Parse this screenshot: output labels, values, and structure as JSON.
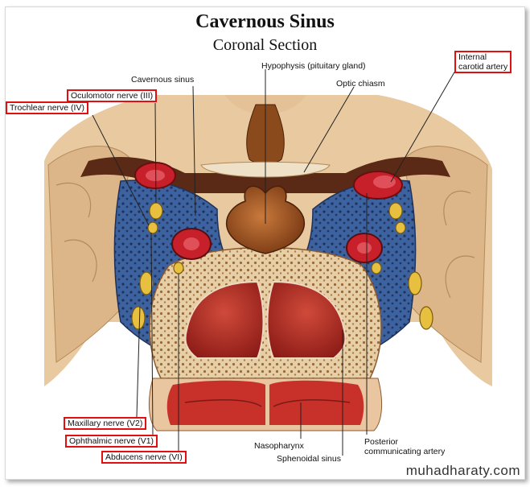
{
  "title": "Cavernous Sinus",
  "subtitle": "Coronal Section",
  "labels": {
    "cavernous_sinus": "Cavernous sinus",
    "hypophysis": "Hypophysis (pituitary gland)",
    "optic_chiasm": "Optic chiasm",
    "internal_carotid_line1": "Internal",
    "internal_carotid_line2": "carotid artery",
    "oculomotor": "Oculomotor nerve (III)",
    "trochlear": "Trochlear nerve (IV)",
    "maxillary": "Maxillary nerve (V2)",
    "ophthalmic": "Ophthalmic nerve (V1)",
    "abducens": "Abducens nerve (VI)",
    "nasopharynx": "Nasopharynx",
    "sphenoidal_sinus": "Sphenoidal sinus",
    "posterior_comm_line1": "Posterior",
    "posterior_comm_line2": "communicating artery"
  },
  "watermark": "muhadharaty.com",
  "colors": {
    "highlight_box": "#e01010",
    "venous_blue": "#3a5f9a",
    "artery_red": "#c8202a",
    "nerve_yellow": "#e8c040",
    "brain_tan": "#e8c9a0",
    "bone": "#e2c8a0",
    "gland_brown": "#a85a28"
  }
}
